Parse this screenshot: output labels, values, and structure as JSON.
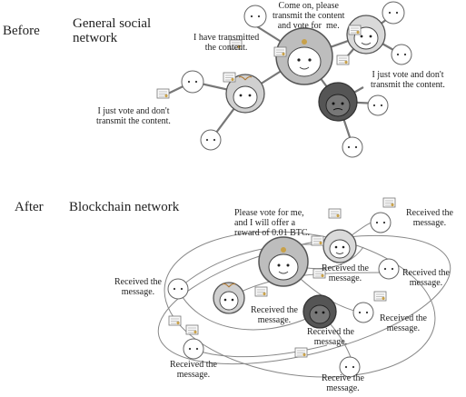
{
  "before": {
    "label": "Before",
    "title": "General social\nnetwork",
    "captions": {
      "transmitted": "I have transmitted\nthe content.",
      "request": "Come on, please\ntransmit the content\nand vote for  me.",
      "vote_right": "I just vote and don't\ntransmit the content.",
      "vote_left": "I just vote and don't\ntransmit the content."
    }
  },
  "after": {
    "label": "After",
    "title": "Blockchain network",
    "captions": {
      "reward": "Please vote for me,\nand I will offer a\nreward of 0.01 BTC.",
      "r1": "Received the\nmessage.",
      "r2": "Received the\nmessage.",
      "r3": "Received the\nmessage.",
      "r4": "Received the\nmessage.",
      "r5": "Received the\nmessage.",
      "r6": "Received the\nmessage.",
      "r7": "Received the\nmessage.",
      "r8": "Received the\nmessage.",
      "r9": "Receive the\nmessage."
    }
  }
}
